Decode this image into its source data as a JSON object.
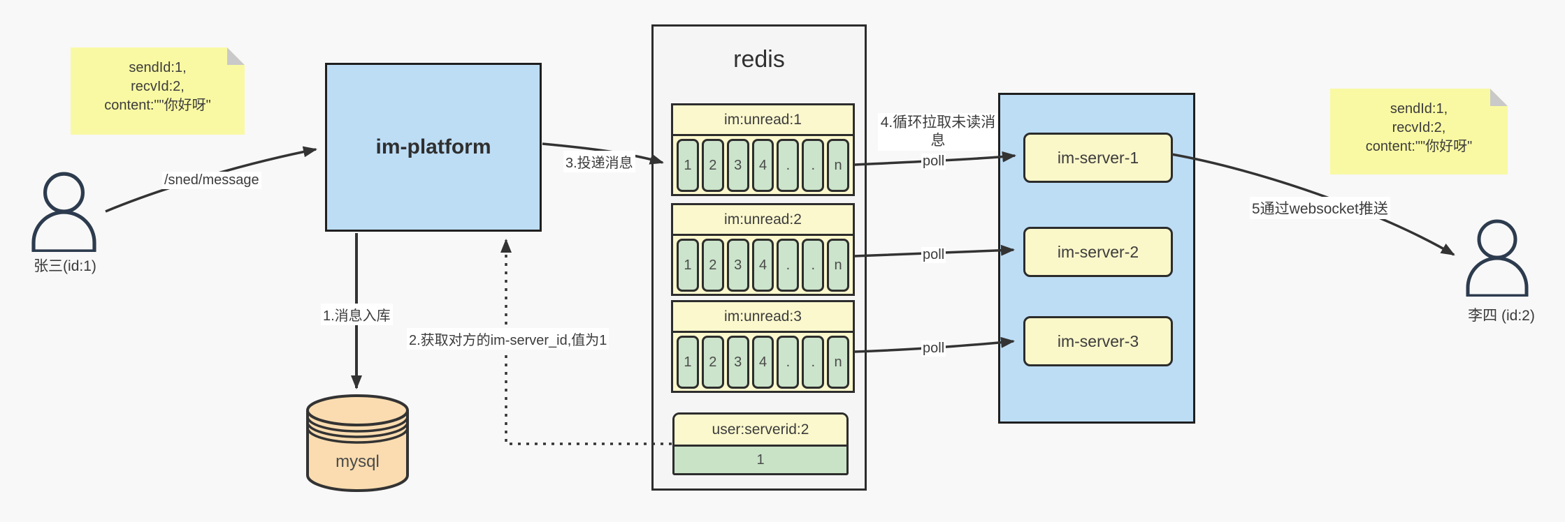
{
  "colors": {
    "background": "#F8F8F8",
    "note_yellow": "#F9F9A3",
    "note_fold_gray": "#C9C9C9",
    "platform_blue": "#BDDDF5",
    "cluster_blue": "#BDDDF5",
    "list_yellow": "#FBF8CD",
    "cell_green": "#CBE4CB",
    "mysql_orange": "#FADCB0",
    "line_dark": "#333333"
  },
  "notes": {
    "left": {
      "lines": [
        "sendId:1,",
        "recvId:2,",
        "content:\"\"你好呀\""
      ]
    },
    "right": {
      "lines": [
        "sendId:1,",
        "recvId:2,",
        "content:\"\"你好呀\""
      ]
    }
  },
  "actors": {
    "sender": {
      "label": "张三(id:1)"
    },
    "receiver": {
      "label": "李四 (id:2)"
    }
  },
  "platform": {
    "label": "im-platform"
  },
  "database": {
    "label": "mysql"
  },
  "redis": {
    "title": "redis",
    "lists": [
      {
        "name": "im:unread:1",
        "cells": [
          "1",
          "2",
          "3",
          "4",
          ".",
          ".",
          "n"
        ]
      },
      {
        "name": "im:unread:2",
        "cells": [
          "1",
          "2",
          "3",
          "4",
          ".",
          ".",
          "n"
        ]
      },
      {
        "name": "im:unread:3",
        "cells": [
          "1",
          "2",
          "3",
          "4",
          ".",
          ".",
          "n"
        ]
      }
    ],
    "kv": {
      "key": "user:serverid:2",
      "value": "1"
    }
  },
  "cluster": {
    "servers": [
      {
        "label": "im-server-1"
      },
      {
        "label": "im-server-2"
      },
      {
        "label": "im-server-3"
      }
    ]
  },
  "edges": {
    "send_path": "/sned/message",
    "step1": "1.消息入库",
    "step2": "2.获取对方的im-server_id,值为1",
    "step3": "3.投递消息",
    "step4": "4.循环拉取未读消息",
    "step5": "5通过websocket推送",
    "poll": "poll"
  }
}
